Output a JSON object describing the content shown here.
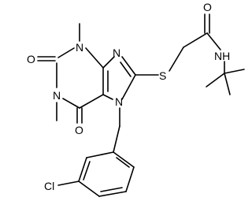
{
  "structure": {
    "atom_labels": {
      "o_top_right": "O",
      "nh": "NH",
      "s": "S",
      "o_c2": "O",
      "n3": "N",
      "n9": "N",
      "n1": "N",
      "n7": "N",
      "o_c6": "O",
      "cl": "Cl"
    },
    "colors": {
      "bond": "#000000",
      "label": "#000000",
      "background": "#ffffff"
    }
  }
}
